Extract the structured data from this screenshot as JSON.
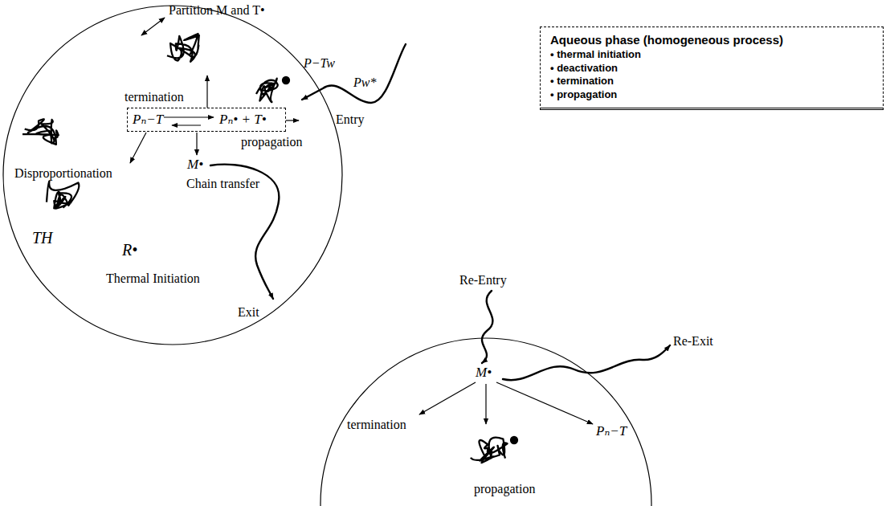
{
  "diagram": {
    "nodes": [
      {
        "text": [
          "termination",
          "propagation",
          "Disproportionation",
          "TH",
          "R•",
          "Thermal Initiation",
          "M•",
          "Chain transfer"
        ]
      },
      {
        "text": [
          "Pₙ−T",
          "Pₙ• + T•"
        ],
        "in": 0
      },
      {
        "text": [
          "Aqueous phase (homogeneous process)",
          "• thermal initiation",
          "• deactivation",
          "• termination",
          "• propagation"
        ]
      },
      {
        "text": [
          "M•",
          "termination",
          "Pₙ−T",
          "propagation"
        ]
      }
    ],
    "labels": [
      "Partition M and T•",
      "P−Tw",
      "Pw*",
      "Entry",
      "Exit",
      "Re-Entry",
      "Re-Exit"
    ]
  }
}
